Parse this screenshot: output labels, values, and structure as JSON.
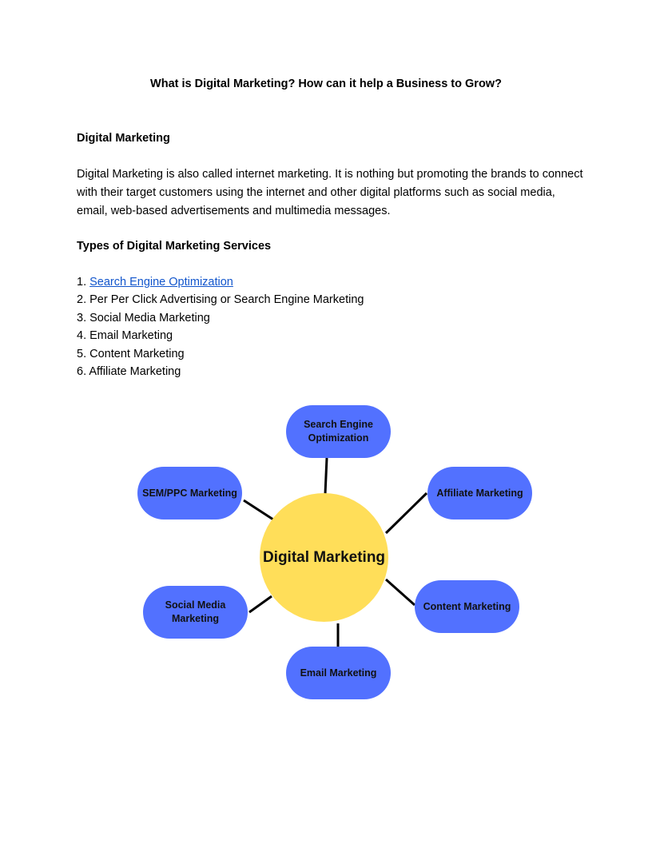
{
  "title": "What is Digital Marketing? How can it help a Business to Grow?",
  "section1": {
    "heading": "Digital Marketing",
    "body": "Digital Marketing is also called internet marketing. It is nothing but promoting the brands to connect with their target customers using the internet and other digital platforms such as social media, email, web-based advertisements and multimedia messages."
  },
  "section2": {
    "heading": "Types of Digital Marketing Services",
    "items": [
      {
        "num": "1. ",
        "label": "Search Engine Optimization"
      },
      {
        "num": "2. ",
        "label": "Per Per Click Advertising or Search Engine Marketing"
      },
      {
        "num": "3. ",
        "label": "Social Media Marketing"
      },
      {
        "num": "4. ",
        "label": "Email Marketing"
      },
      {
        "num": "5. ",
        "label": "Content Marketing"
      },
      {
        "num": "6. ",
        "label": "Affiliate Marketing"
      }
    ]
  },
  "diagram": {
    "center": "Digital Marketing",
    "nodes": {
      "seo": "Search Engine Optimization",
      "sem": "SEM/PPC Marketing",
      "affiliate": "Affiliate Marketing",
      "social": "Social Media Marketing",
      "content": "Content Marketing",
      "email": "Email Marketing"
    },
    "colors": {
      "node": "#5271ff",
      "center": "#ffde59"
    }
  }
}
